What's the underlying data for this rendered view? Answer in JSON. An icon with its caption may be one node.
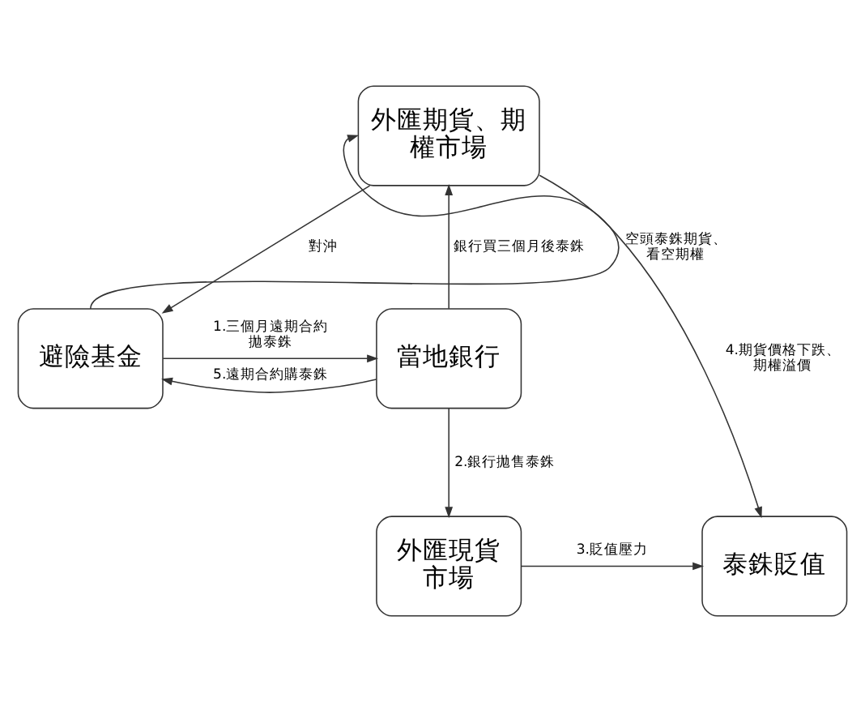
{
  "diagram": {
    "nodes": [
      {
        "text": [
          "外匯期貨、期權市場"
        ]
      },
      {
        "text": [
          "避險基金"
        ]
      },
      {
        "text": [
          "當地銀行"
        ]
      },
      {
        "text": [
          "外匯現貨市場"
        ]
      },
      {
        "text": [
          "泰銖貶值"
        ]
      }
    ],
    "edges": [
      {
        "from": 1,
        "to": 0,
        "arrow": "to",
        "label": "空頭泰銖期貨、看空期權"
      },
      {
        "from": 0,
        "to": 1,
        "arrow": "to",
        "label": "對沖"
      },
      {
        "from": 2,
        "to": 0,
        "arrow": "to",
        "label": "銀行買三個月後泰銖"
      },
      {
        "from": 0,
        "to": 4,
        "arrow": "to",
        "label": "4.期貨價格下跌、期權溢價"
      },
      {
        "from": 1,
        "to": 2,
        "arrow": "to",
        "label": "1.三個月遠期合約拋泰銖"
      },
      {
        "from": 2,
        "to": 1,
        "arrow": "to",
        "label": "5.遠期合約購泰銖"
      },
      {
        "from": 2,
        "to": 3,
        "arrow": "to",
        "label": "2.銀行拋售泰銖"
      },
      {
        "from": 3,
        "to": 4,
        "arrow": "to",
        "label": "3.貶值壓力"
      }
    ]
  }
}
